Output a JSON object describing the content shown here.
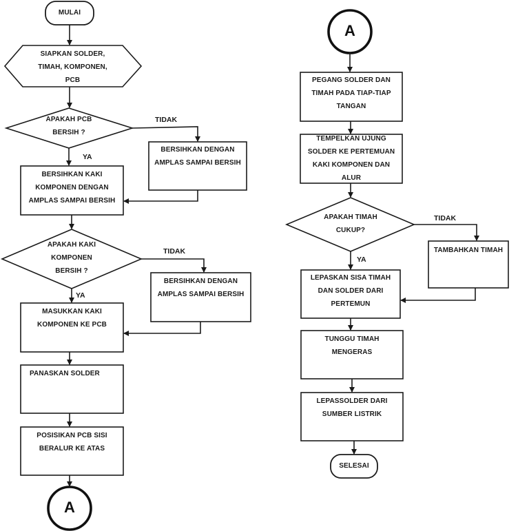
{
  "nodes": {
    "start": "MULAI",
    "prepare": "SIAPKAN SOLDER,\nTIMAH, KOMPONEN,\nPCB",
    "pcb_clean_q": "APAKAH PCB\nBERSIH ?",
    "clean_pcb": "BERSIHKAN DENGAN\nAMPLAS SAMPAI BERSIH",
    "clean_legs": "BERSIHKAN KAKI\nKOMPONEN DENGAN\nAMPLAS SAMPAI BERSIH",
    "legs_clean_q": "APAKAH KAKI\nKOMPONEN\nBERSIH ?",
    "clean_legs_2": "BERSIHKAN DENGAN\nAMPLAS SAMPAI BERSIH",
    "insert_legs": "MASUKKAN KAKI\nKOMPONEN KE PCB",
    "heat_solder": "PANASKAN SOLDER",
    "position_pcb": "POSISIKAN PCB SISI\nBERALUR KE ATAS",
    "connector_out": "A",
    "connector_in": "A",
    "hold_solder": "PEGANG SOLDER DAN\nTIMAH PADA TIAP-TIAP\nTANGAN",
    "attach_tip": "TEMPELKAN UJUNG\nSOLDER KE PERTEMUAN\nKAKI KOMPONEN DAN\nALUR",
    "tin_enough_q": "APAKAH TIMAH\nCUKUP?",
    "add_tin": "TAMBAHKAN TIMAH",
    "release_tin": "LEPASKAN SISA TIMAH\nDAN SOLDER DARI\nPERTEMUN",
    "wait_tin": "TUNGGU TIMAH\nMENGERAS",
    "unplug_solder": "LEPASSOLDER DARI\nSUMBER LISTRIK",
    "end": "SELESAI"
  },
  "edges": {
    "pcb_no": "TIDAK",
    "pcb_yes": "YA",
    "legs_no": "TIDAK",
    "legs_yes": "YA",
    "tin_no": "TIDAK",
    "tin_yes": "YA"
  }
}
